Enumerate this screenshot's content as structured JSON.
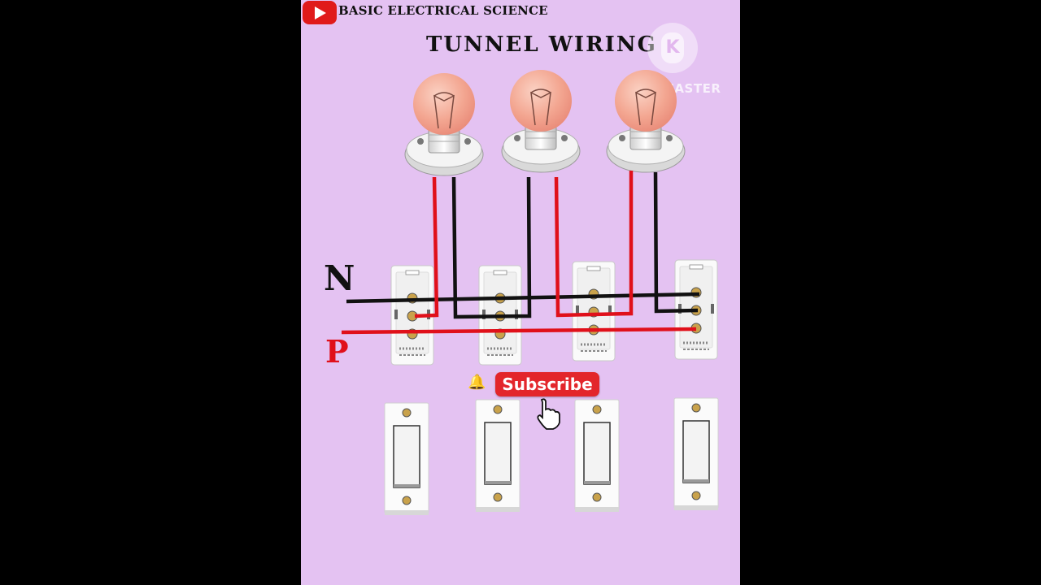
{
  "channel": {
    "name": "BASIC ELECTRICAL SCIENCE",
    "logo_icon": "youtube-play-icon"
  },
  "title": "TUNNEL WIRING",
  "watermark": {
    "brand": "KINEMASTER",
    "logo_letter": "K"
  },
  "labels": {
    "neutral": "N",
    "phase": "P"
  },
  "subscribe": {
    "label": "Subscribe",
    "bell_icon": "bell-icon",
    "cursor_icon": "hand-pointer-icon"
  },
  "colors": {
    "background": "#e4c2f2",
    "neutral_wire": "#111111",
    "phase_wire": "#e0101a",
    "bulb_glass": "#f3a691"
  },
  "counts": {
    "bulbs": 3,
    "two_way_switches": 4
  }
}
